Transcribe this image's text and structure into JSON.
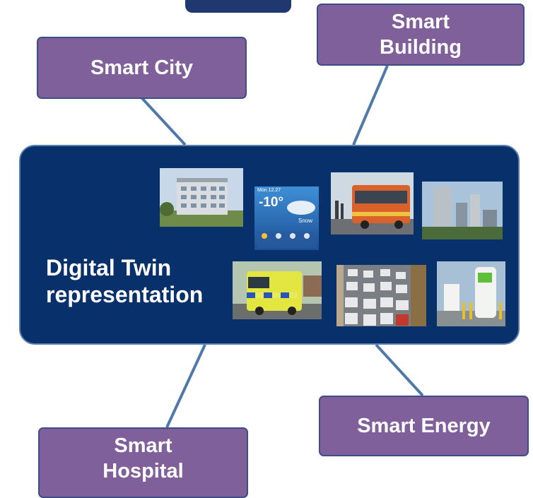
{
  "diagram": {
    "center": {
      "line1": "Digital Twin",
      "line2": "representation"
    },
    "nodes": {
      "smart_city": {
        "label": "Smart City"
      },
      "smart_building": {
        "line1": "Smart",
        "line2": "Building"
      },
      "smart_energy": {
        "label": "Smart Energy"
      },
      "smart_hospital": {
        "line1": "Smart",
        "line2": "Hospital"
      }
    },
    "thumbnails": {
      "weather": {
        "date": "Mon 12.27",
        "temp": "-10°",
        "condition": "Snow"
      }
    }
  },
  "colors": {
    "node_fill": "#80609a",
    "node_border": "#3e4e85",
    "core_fill": "#08316b",
    "connector": "#4f79a8"
  }
}
